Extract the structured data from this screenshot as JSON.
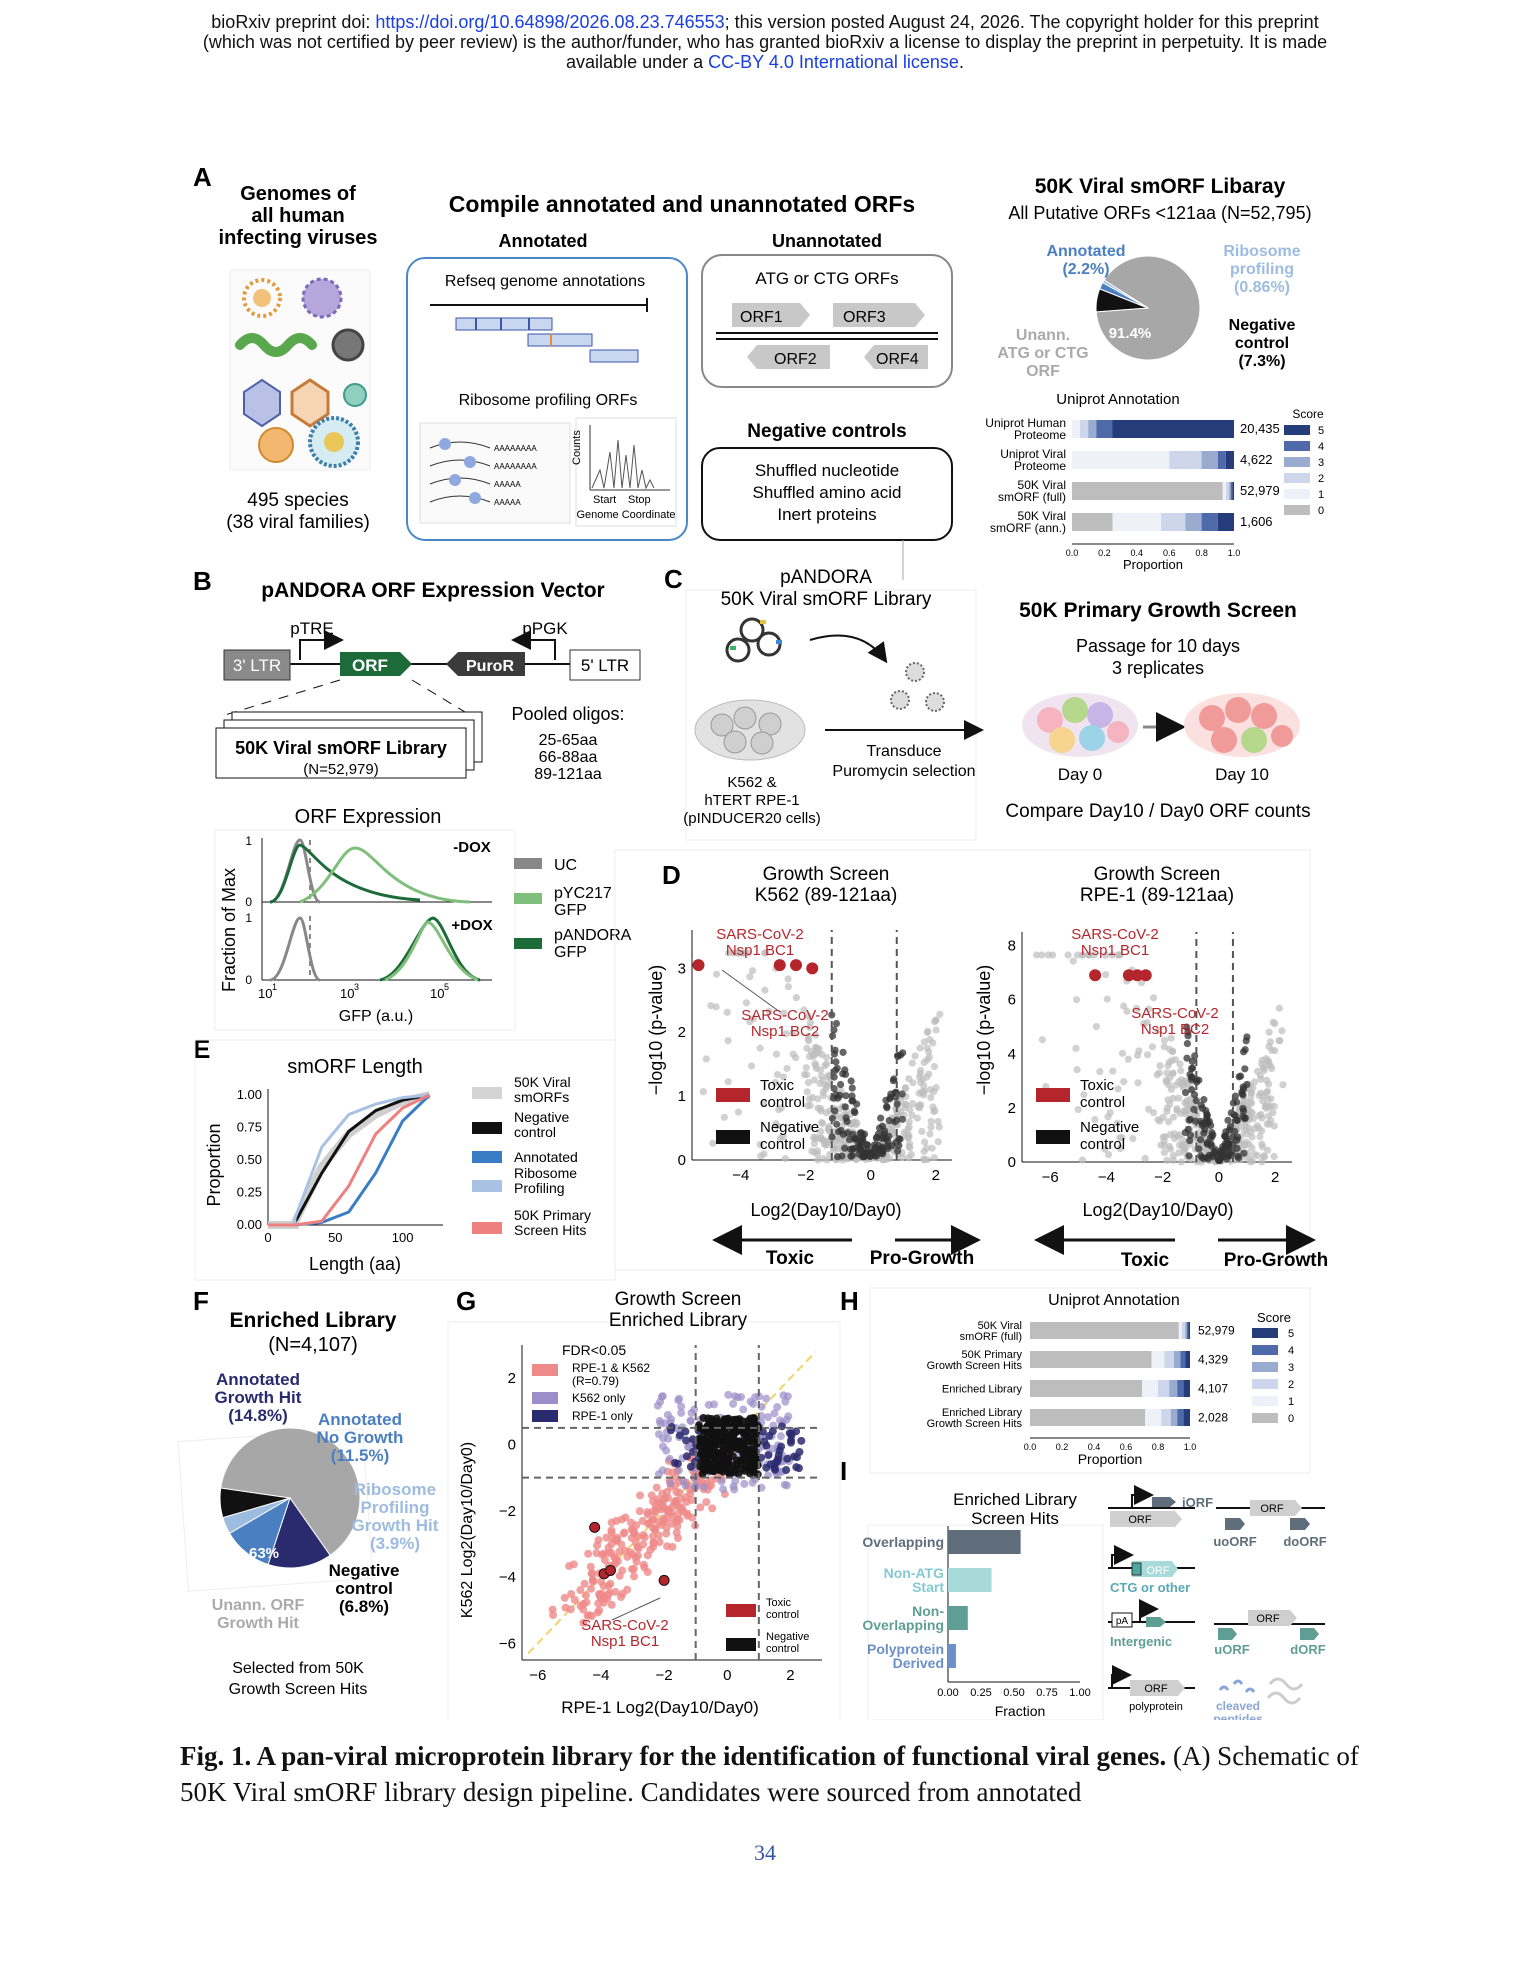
{
  "header": {
    "line1_pre": "bioRxiv preprint doi: ",
    "doi": "https://doi.org/10.64898/2026.08.23.746553",
    "line1_post": "; this version posted August 24, 2026. The copyright holder for this preprint",
    "line2": "(which was not certified by peer review) is the author/funder, who has granted bioRxiv a license to display the preprint in perpetuity. It is made",
    "line3_pre": "available under a ",
    "license": "CC-BY 4.0 International license",
    "line3_post": "."
  },
  "panelA": {
    "label": "A",
    "genomes_title": "Genomes of\nall human\ninfecting viruses",
    "species": "495 species",
    "families": "(38 viral families)",
    "compile_title": "Compile annotated and unannotated ORFs",
    "annotated": "Annotated",
    "unannotated": "Unannotated",
    "refseq": "Refseq genome annotations",
    "ribo": "Ribosome profiling ORFs",
    "counts": "Counts",
    "start": "Start",
    "stop": "Stop",
    "genome_coord": "Genome Coordinate",
    "aaaa": [
      "AAAAAAAA",
      "AAAAAAAA",
      "AAAAA",
      "AAAAA"
    ],
    "atg_ctg": "ATG or CTG ORFs",
    "orfs": [
      "ORF1",
      "ORF3",
      "ORF2",
      "ORF4"
    ],
    "neg_title": "Negative controls",
    "neg_items": [
      "Shuffled nucleotide",
      "Shuffled amino acid",
      "Inert proteins"
    ],
    "lib_title": "50K Viral smORF Libaray",
    "lib_sub": "All Putative ORFs <121aa (N=52,795)",
    "pie_annot": "Annotated\n(2.2%)",
    "pie_ribo": "Ribosome\nprofiling\n(0.86%)",
    "pie_main": "91.4%",
    "pie_unann": "Unann.\nATG or CTG\nORF",
    "pie_neg": "Negative\ncontrol\n(7.3%)",
    "uniprot_title": "Uniprot Annotation",
    "score": "Score",
    "bar_rows": [
      "Uniprot Human\nProteome",
      "Uniprot Viral\nProteome",
      "50K Viral\nsmORF (full)",
      "50K Viral\nsmORF (ann.)"
    ],
    "bar_counts": [
      "20,435",
      "4,622",
      "52,979",
      "1,606"
    ],
    "score_levels": [
      "5",
      "4",
      "3",
      "2",
      "1",
      "0"
    ],
    "xticks": [
      "0.0",
      "0.2",
      "0.4",
      "0.6",
      "0.8",
      "1.0"
    ],
    "xlabel": "Proportion"
  },
  "panelB": {
    "label": "B",
    "title": "pANDORA ORF Expression Vector",
    "ptre": "pTRE",
    "ppgk": "pPGK",
    "ltr3": "3' LTR",
    "orf": "ORF",
    "puror": "PuroR",
    "ltr5": "5' LTR",
    "lib": "50K Viral smORF Library",
    "n": "(N=52,979)",
    "pooled": "Pooled oligos:",
    "sizes": [
      "25-65aa",
      "66-88aa",
      "89-121aa"
    ],
    "expr_title": "ORF Expression",
    "ylabel": "Fraction of Max",
    "xlabel": "GFP (a.u.)",
    "minus_dox": "-DOX",
    "plus_dox": "+DOX",
    "legend": [
      "UC",
      "pYC217\nGFP",
      "pANDORA\nGFP"
    ],
    "ticks_y": [
      "1",
      "0",
      "1",
      "0"
    ],
    "ticks_x": [
      "10",
      "1",
      "10",
      "3",
      "10",
      "5"
    ]
  },
  "panelC": {
    "label": "C",
    "pandora": "pANDORA\n50K Viral smORF Library",
    "cells": "K562 &\nhTERT RPE-1\n(pINDUCER20 cells)",
    "transduce": "Transduce\nPuromycin selection",
    "screen_title": "50K Primary Growth Screen",
    "passage": "Passage for 10 days\n3 replicates",
    "day0": "Day 0",
    "day10": "Day 10",
    "compare": "Compare Day10 / Day0 ORF counts"
  },
  "panelD": {
    "label": "D",
    "left_title": "Growth Screen\nK562 (89-121aa)",
    "right_title": "Growth Screen\nRPE-1 (89-121aa)",
    "ylabel": "−log10 (p-value)",
    "xlabel": "Log2(Day10/Day0)",
    "bc1": "SARS-CoV-2\nNsp1 BC1",
    "bc2": "SARS-CoV-2\nNsp1 BC2",
    "toxic_ctrl": "Toxic\ncontrol",
    "neg_ctrl": "Negative\ncontrol",
    "toxic": "Toxic",
    "pro": "Pro-Growth",
    "left_yticks": [
      "0",
      "1",
      "2",
      "3"
    ],
    "right_yticks": [
      "0",
      "2",
      "4",
      "6",
      "8"
    ],
    "left_xticks": [
      "−4",
      "−2",
      "0",
      "2"
    ],
    "right_xticks": [
      "−6",
      "−4",
      "−2",
      "0",
      "2"
    ]
  },
  "panelE": {
    "label": "E",
    "title": "smORF Length",
    "ylabel": "Proportion",
    "xlabel": "Length (aa)",
    "yticks": [
      "0.00",
      "0.25",
      "0.50",
      "0.75",
      "1.00"
    ],
    "xticks": [
      "0",
      "50",
      "100"
    ],
    "legend": [
      "50K Viral\nsmORFs",
      "Negative\ncontrol",
      "Annotated",
      "Ribosome\nProfiling",
      "50K Primary\nScreen Hits"
    ]
  },
  "panelF": {
    "label": "F",
    "title": "Enriched Library",
    "n": "(N=4,107)",
    "annot_growth": "Annotated\nGrowth Hit\n(14.8%)",
    "annot_nogrowth": "Annotated\nNo Growth\n(11.5%)",
    "ribo": "Ribosome\nProfiling\nGrowth Hit\n(3.9%)",
    "neg": "Negative\ncontrol\n(6.8%)",
    "main": "63%",
    "unann": "Unann. ORF\nGrowth Hit",
    "selected": "Selected from 50K\nGrowth Screen Hits"
  },
  "panelG": {
    "label": "G",
    "title": "Growth Screen\nEnriched Library",
    "fdr": "FDR<0.05",
    "legend": [
      "RPE-1 & K562\n(R=0.79)",
      "K562 only",
      "RPE-1 only"
    ],
    "ylabel": "K562 Log2(Day10/Day0)",
    "xlabel": "RPE-1 Log2(Day10/Day0)",
    "bc1": "SARS-CoV-2\nNsp1 BC1",
    "toxic_ctrl": "Toxic\ncontrol",
    "neg_ctrl": "Negative\ncontrol",
    "yticks": [
      "2",
      "0",
      "−2",
      "−4",
      "−6"
    ],
    "xticks": [
      "−6",
      "−4",
      "−2",
      "0",
      "2"
    ]
  },
  "panelH": {
    "label": "H",
    "title": "Uniprot Annotation",
    "rows": [
      "50K Viral\nsmORF (full)",
      "50K Primary\nGrowth Screen Hits",
      "Enriched Library",
      "Enriched Library\nGrowth Screen Hits"
    ],
    "counts": [
      "52,979",
      "4,329",
      "4,107",
      "2,028"
    ],
    "score": "Score",
    "score_levels": [
      "5",
      "4",
      "3",
      "2",
      "1",
      "0"
    ],
    "xticks": [
      "0.0",
      "0.2",
      "0.4",
      "0.6",
      "0.8",
      "1.0"
    ],
    "xlabel": "Proportion"
  },
  "panelI": {
    "label": "I",
    "title": "Enriched Library\nScreen Hits",
    "categories": [
      "Overlapping",
      "Non-ATG\nStart",
      "Non-\nOverlapping",
      "Polyprotein\nDerived"
    ],
    "xticks": [
      "0.00",
      "0.25",
      "0.50",
      "0.75",
      "1.00"
    ],
    "xlabel": "Fraction",
    "iorf": "iORF",
    "orf": "ORF",
    "uoorf": "uoORF",
    "doorf": "doORF",
    "ctg": "CTG or other",
    "pa": "pA",
    "intergenic": "Intergenic",
    "uorf": "uORF",
    "dorf": "dORF",
    "polyprotein": "polyprotein",
    "cleaved": "cleaved\npeptides"
  },
  "caption": {
    "bold": "Fig. 1. A pan-viral microprotein library for the identification of functional viral genes.",
    "rest": " (A) Schematic of 50K Viral smORF library design pipeline. Candidates were sourced from annotated"
  },
  "page_number": "34",
  "chart_data": [
    {
      "type": "pie",
      "title": "50K Viral smORF Libaray",
      "categories": [
        "Unann. ATG or CTG ORF",
        "Negative control",
        "Annotated",
        "Ribosome profiling"
      ],
      "values": [
        91.4,
        7.3,
        2.2,
        0.86
      ]
    },
    {
      "type": "bar",
      "title": "Uniprot Annotation",
      "categories": [
        "Uniprot Human Proteome",
        "Uniprot Viral Proteome",
        "50K Viral smORF (full)",
        "50K Viral smORF (ann.)"
      ],
      "series": [
        {
          "name": "0",
          "values": [
            0.0,
            0.0,
            0.93,
            0.25
          ]
        },
        {
          "name": "1",
          "values": [
            0.05,
            0.6,
            0.02,
            0.3
          ]
        },
        {
          "name": "2",
          "values": [
            0.05,
            0.2,
            0.02,
            0.15
          ]
        },
        {
          "name": "3",
          "values": [
            0.05,
            0.1,
            0.01,
            0.1
          ]
        },
        {
          "name": "4",
          "values": [
            0.1,
            0.05,
            0.01,
            0.1
          ]
        },
        {
          "name": "5",
          "values": [
            0.75,
            0.05,
            0.01,
            0.1
          ]
        }
      ],
      "xlim": [
        0,
        1
      ]
    },
    {
      "type": "line",
      "title": "smORF Length",
      "xlabel": "Length (aa)",
      "ylabel": "Proportion",
      "ylim": [
        0,
        1
      ],
      "series": [
        {
          "name": "50K Viral smORFs",
          "x": [
            20,
            40,
            60,
            80,
            100,
            120
          ],
          "values": [
            0.02,
            0.45,
            0.7,
            0.85,
            0.95,
            1.0
          ]
        },
        {
          "name": "Negative control",
          "x": [
            20,
            40,
            60,
            80,
            100,
            120
          ],
          "values": [
            0.02,
            0.4,
            0.72,
            0.88,
            0.96,
            1.0
          ]
        },
        {
          "name": "Annotated",
          "x": [
            20,
            40,
            60,
            80,
            100,
            120
          ],
          "values": [
            0.0,
            0.02,
            0.1,
            0.4,
            0.8,
            1.0
          ]
        },
        {
          "name": "Ribosome Profiling",
          "x": [
            20,
            40,
            60,
            80,
            100,
            120
          ],
          "values": [
            0.05,
            0.6,
            0.85,
            0.93,
            0.98,
            1.0
          ]
        },
        {
          "name": "50K Primary Screen Hits",
          "x": [
            20,
            40,
            60,
            80,
            100,
            120
          ],
          "values": [
            0.0,
            0.03,
            0.3,
            0.7,
            0.9,
            1.0
          ]
        }
      ]
    },
    {
      "type": "pie",
      "title": "Enriched Library",
      "categories": [
        "Unann. ORF Growth Hit",
        "Annotated Growth Hit",
        "Annotated No Growth",
        "Ribosome Profiling Growth Hit",
        "Negative control"
      ],
      "values": [
        63,
        14.8,
        11.5,
        3.9,
        6.8
      ]
    },
    {
      "type": "bar",
      "title": "Enriched Library Screen Hits",
      "xlabel": "Fraction",
      "categories": [
        "Overlapping",
        "Non-ATG Start",
        "Non-Overlapping",
        "Polyprotein Derived"
      ],
      "values": [
        0.55,
        0.33,
        0.15,
        0.06
      ],
      "xlim": [
        0,
        1
      ]
    },
    {
      "type": "bar",
      "title": "Uniprot Annotation",
      "categories": [
        "50K Viral smORF (full)",
        "50K Primary Growth Screen Hits",
        "Enriched Library",
        "Enriched Library Growth Screen Hits"
      ],
      "series": [
        {
          "name": "0",
          "values": [
            0.93,
            0.76,
            0.7,
            0.72
          ]
        },
        {
          "name": "1",
          "values": [
            0.02,
            0.08,
            0.1,
            0.1
          ]
        },
        {
          "name": "2",
          "values": [
            0.02,
            0.06,
            0.07,
            0.06
          ]
        },
        {
          "name": "3",
          "values": [
            0.01,
            0.04,
            0.05,
            0.04
          ]
        },
        {
          "name": "4",
          "values": [
            0.01,
            0.03,
            0.04,
            0.04
          ]
        },
        {
          "name": "5",
          "values": [
            0.01,
            0.03,
            0.04,
            0.04
          ]
        }
      ],
      "xlim": [
        0,
        1
      ]
    }
  ],
  "colors": {
    "annot_blue": "#4a7fc1",
    "ribo_blue": "#9ebbe0",
    "pie_gray": "#a7a7a7",
    "dark_green": "#1e6b3a",
    "red": "#b5262c",
    "navy": "#2a2a6e",
    "purple": "#9a8fc8",
    "salmon": "#ef8a8a",
    "teal": "#5b9a9a"
  }
}
